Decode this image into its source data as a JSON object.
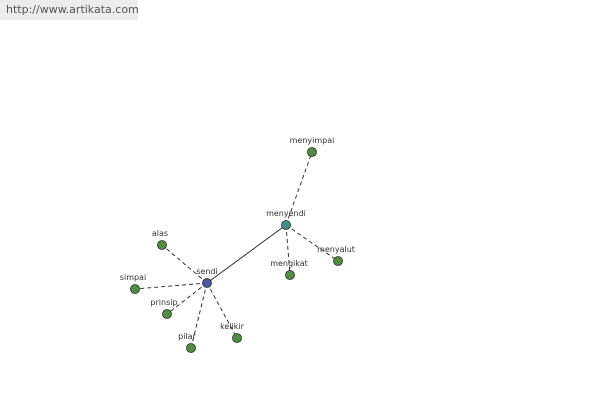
{
  "source_url": "http://www.artikata.com",
  "colors": {
    "root_node": "#4a5aa8",
    "hub_node": "#3f8f8c",
    "leaf_node": "#4e8f3e",
    "node_stroke": "#2b2b2b",
    "edge": "#222222"
  },
  "graph": {
    "nodes": [
      {
        "id": "sendi",
        "label": "sendi",
        "kind": "root"
      },
      {
        "id": "menyendi",
        "label": "menyendi",
        "kind": "hub"
      },
      {
        "id": "menyimpai",
        "label": "menyimpai",
        "kind": "leaf"
      },
      {
        "id": "menyalut",
        "label": "menyalut",
        "kind": "leaf"
      },
      {
        "id": "mengikat",
        "label": "mengikat",
        "kind": "leaf"
      },
      {
        "id": "alas",
        "label": "alas",
        "kind": "leaf"
      },
      {
        "id": "simpai",
        "label": "simpai",
        "kind": "leaf"
      },
      {
        "id": "prinsip",
        "label": "prinsip",
        "kind": "leaf"
      },
      {
        "id": "pilar",
        "label": "pilar",
        "kind": "leaf"
      },
      {
        "id": "kelikir",
        "label": "kelikir",
        "kind": "leaf"
      }
    ],
    "edges": [
      {
        "from": "sendi",
        "to": "menyendi",
        "style": "solid"
      },
      {
        "from": "menyendi",
        "to": "menyimpai",
        "style": "dashed"
      },
      {
        "from": "menyendi",
        "to": "menyalut",
        "style": "dashed"
      },
      {
        "from": "menyendi",
        "to": "mengikat",
        "style": "dashed"
      },
      {
        "from": "sendi",
        "to": "alas",
        "style": "dashed"
      },
      {
        "from": "sendi",
        "to": "simpai",
        "style": "dashed"
      },
      {
        "from": "sendi",
        "to": "prinsip",
        "style": "dashed"
      },
      {
        "from": "sendi",
        "to": "pilar",
        "style": "dashed"
      },
      {
        "from": "sendi",
        "to": "kelikir",
        "style": "dashed"
      }
    ]
  }
}
